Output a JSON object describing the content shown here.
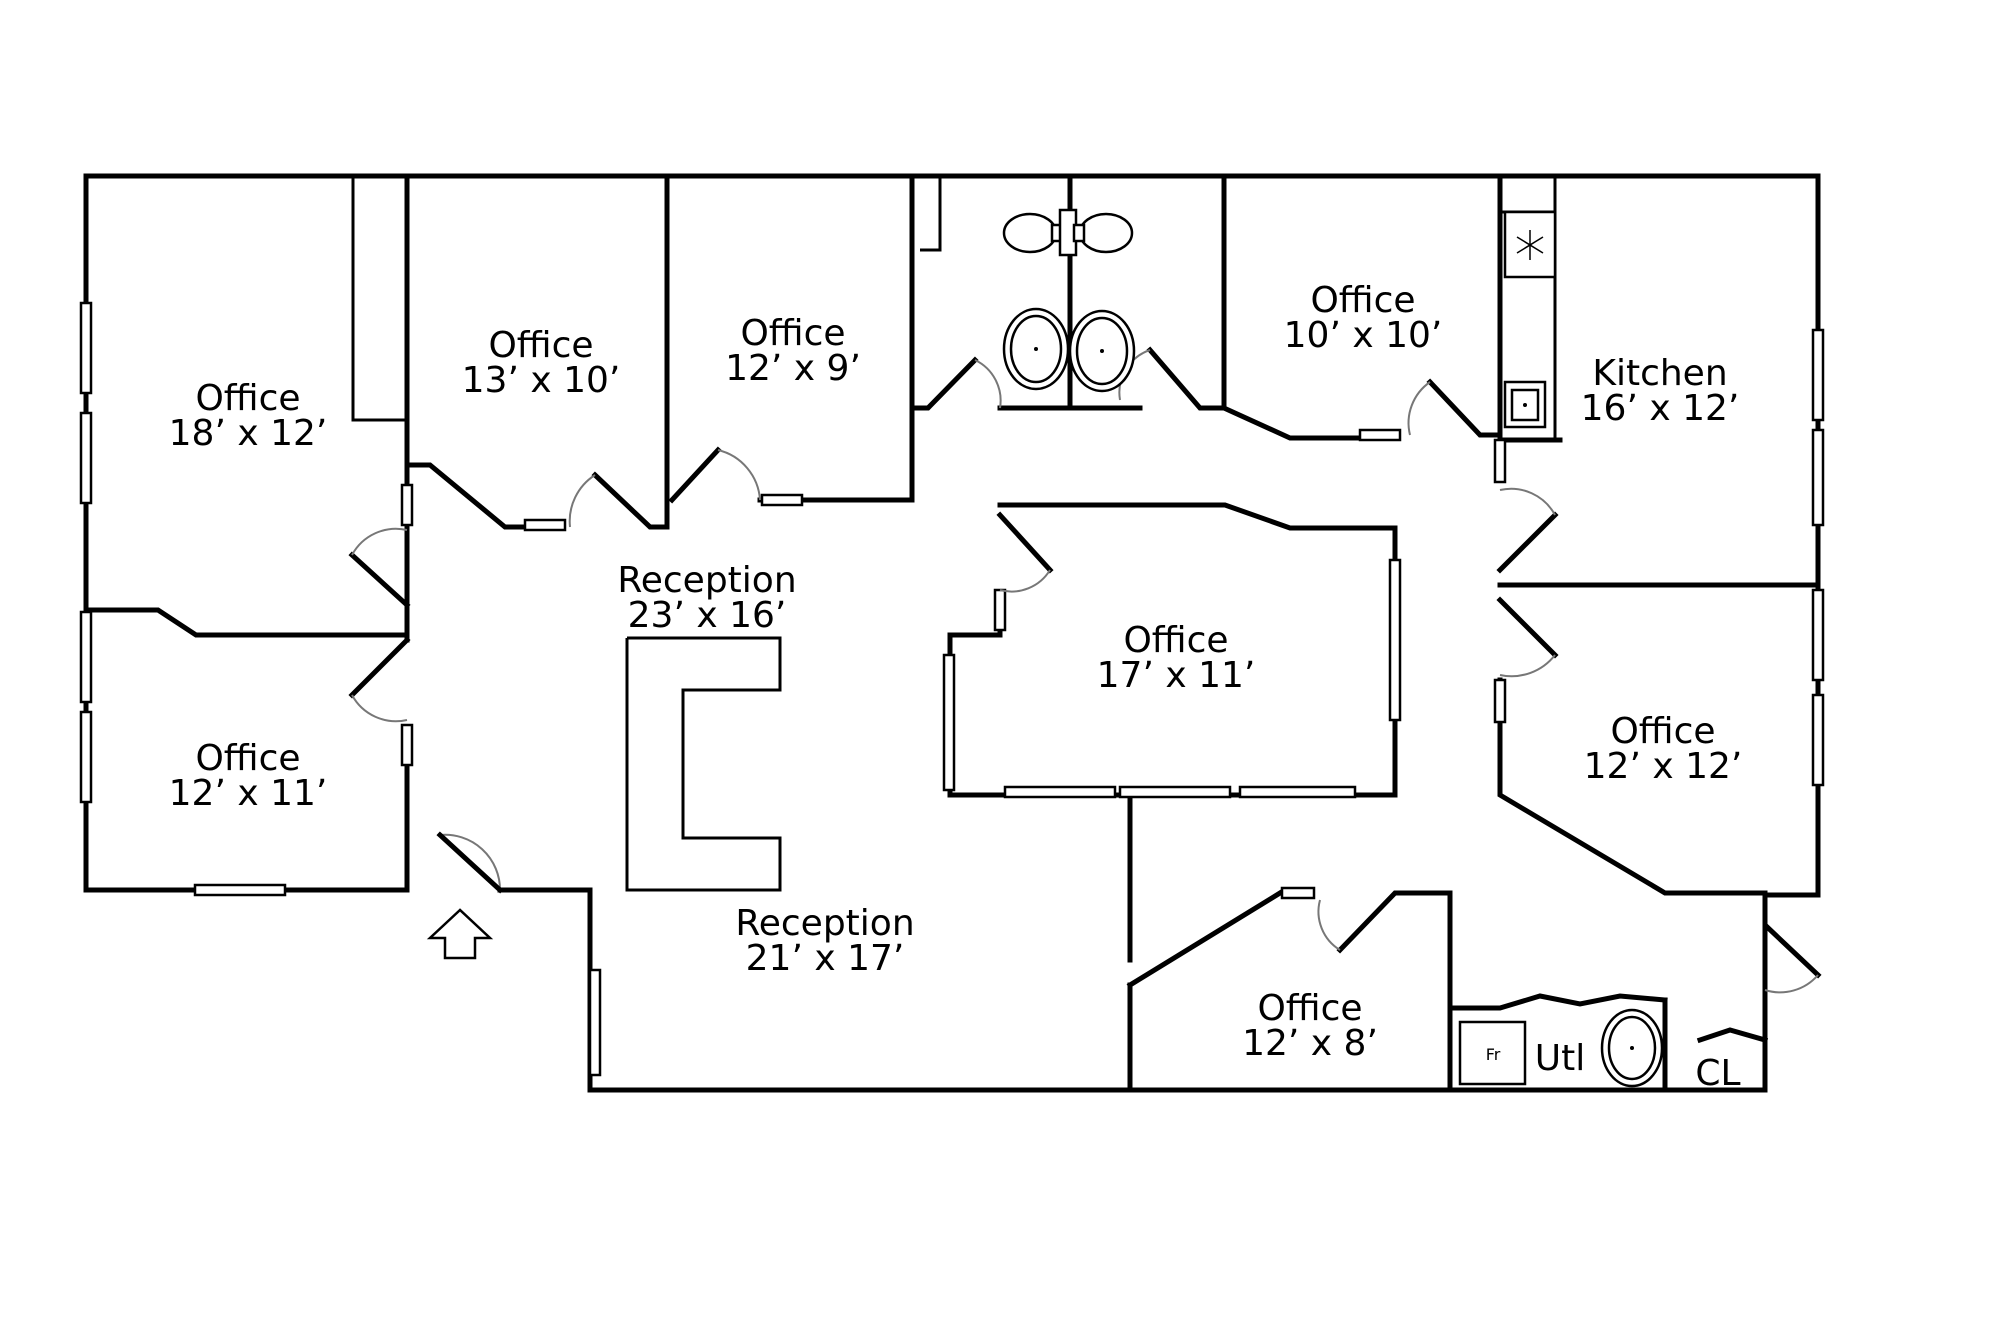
{
  "rooms": [
    {
      "name": "Office",
      "size": "18’ x 12’"
    },
    {
      "name": "Office",
      "size": "13’ x 10’"
    },
    {
      "name": "Office",
      "size": "12’ x 9’"
    },
    {
      "name": "Office",
      "size": "10’ x 10’"
    },
    {
      "name": "Kitchen",
      "size": "16’ x 12’"
    },
    {
      "name": "Reception",
      "size": "23’ x 16’"
    },
    {
      "name": "Office",
      "size": "17’ x 11’"
    },
    {
      "name": "Office",
      "size": "12’ x 11’"
    },
    {
      "name": "Office",
      "size": "12’ x 12’"
    },
    {
      "name": "Reception",
      "size": "21’ x 17’"
    },
    {
      "name": "Office",
      "size": "12’ x 8’"
    }
  ],
  "labels": {
    "utility": "Utl",
    "closet": "CL",
    "furnace": "Fr"
  },
  "icons": [
    "entry-arrow-icon",
    "snowflake-icon",
    "toilet-icon",
    "sink-icon",
    "water-heater-icon"
  ]
}
